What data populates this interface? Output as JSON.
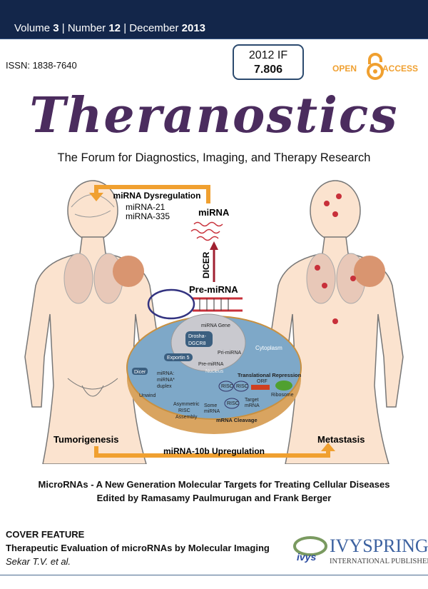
{
  "header": {
    "volume_label": "Volume",
    "volume": "3",
    "number_label": "Number",
    "number": "12",
    "month": "December",
    "year": "2013",
    "sep": "|"
  },
  "issn": "ISSN: 1838-7640",
  "impact_factor": {
    "label": "2012 IF",
    "value": "7.806"
  },
  "open_access": {
    "left": "OPEN",
    "right": "ACCESS"
  },
  "journal_title": "Theranostics",
  "subtitle": "The Forum for Diagnostics, Imaging, and Therapy Research",
  "illustration": {
    "dysregulation": "miRNA Dysregulation",
    "mirna_21": "miRNA-21",
    "mirna_335": "miRNA-335",
    "mirna": "miRNA",
    "dicer_arrow": "DICER",
    "pre_mirna": "Pre-miRNA",
    "mirna_gene": "miRNA Gene",
    "drosha": "Drosha-",
    "dgcr8": "DGCR8",
    "pri_mirna": "Pri-miRNA",
    "pre_mirna_small": "Pre-miRNA",
    "nucleus": "Nucleus",
    "cytoplasm": "Cytoplasm",
    "exportin": "Exportin 5",
    "dicer": "Dicer",
    "duplex1": "miRNA:",
    "duplex2": "miRNA*",
    "duplex3": "duplex",
    "unwind": "Unwind",
    "asym1": "Asymmetric",
    "asym2": "RISC",
    "asym3": "Assembly",
    "some1": "Some",
    "some2": "miRNA",
    "translational": "Translational Repression",
    "risc": "RISC",
    "orf": "ORF",
    "ribosome": "Ribosome",
    "target1": "Target",
    "target2": "mRNA",
    "cleavage": "mRNA Cleavage",
    "tumorigenesis": "Tumorigenesis",
    "metastasis": "Metastasis",
    "upregulation": "miRNA-10b Upregulation"
  },
  "caption": {
    "line1": "MicroRNAs - A New Generation Molecular Targets for Treating Cellular Diseases",
    "line2": "Edited by Ramasamy Paulmurugan and Frank Berger"
  },
  "cover_feature": {
    "heading": "COVER FEATURE",
    "title": "Therapeutic Evaluation of microRNAs by Molecular Imaging",
    "authors": "Sekar T.V. et al."
  },
  "publisher": {
    "name": "IVYSPRING",
    "tagline": "INTERNATIONAL PUBLISHER",
    "logo_text": "ivys"
  },
  "colors": {
    "navy": "#13264a",
    "title_purple": "#4b2c5e",
    "orange": "#f0a030",
    "skin": "#fbe3cf"
  }
}
